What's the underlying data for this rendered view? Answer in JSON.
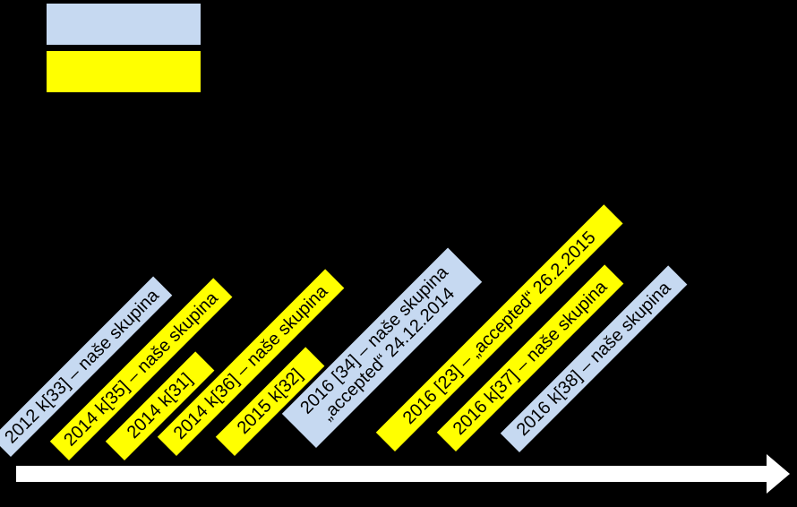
{
  "colors": {
    "background": "#000000",
    "blue": "#C6D9F1",
    "yellow": "#FFFF00",
    "axis": "#FFFFFF"
  },
  "legend": [
    {
      "color": "blue"
    },
    {
      "color": "yellow"
    }
  ],
  "entries": [
    {
      "lines": [
        "2012 k[33] – naše skupina"
      ],
      "color": "blue"
    },
    {
      "lines": [
        "2014 k[35] – naše skupina"
      ],
      "color": "yellow"
    },
    {
      "lines": [
        "2014 k[31]"
      ],
      "color": "yellow"
    },
    {
      "lines": [
        "2014 k[36] – naše skupina"
      ],
      "color": "yellow"
    },
    {
      "lines": [
        "2015 k[32]"
      ],
      "color": "yellow"
    },
    {
      "lines": [
        "2016 [34] – naše skupina",
        "„accepted“ 24.12.2014"
      ],
      "color": "blue"
    },
    {
      "lines": [
        "2016 [23] – „accepted“ 26.2.2015"
      ],
      "color": "yellow"
    },
    {
      "lines": [
        "2016 k[37] – naše skupina"
      ],
      "color": "yellow"
    },
    {
      "lines": [
        "2016 k[38] – naše skupina"
      ],
      "color": "blue"
    }
  ]
}
